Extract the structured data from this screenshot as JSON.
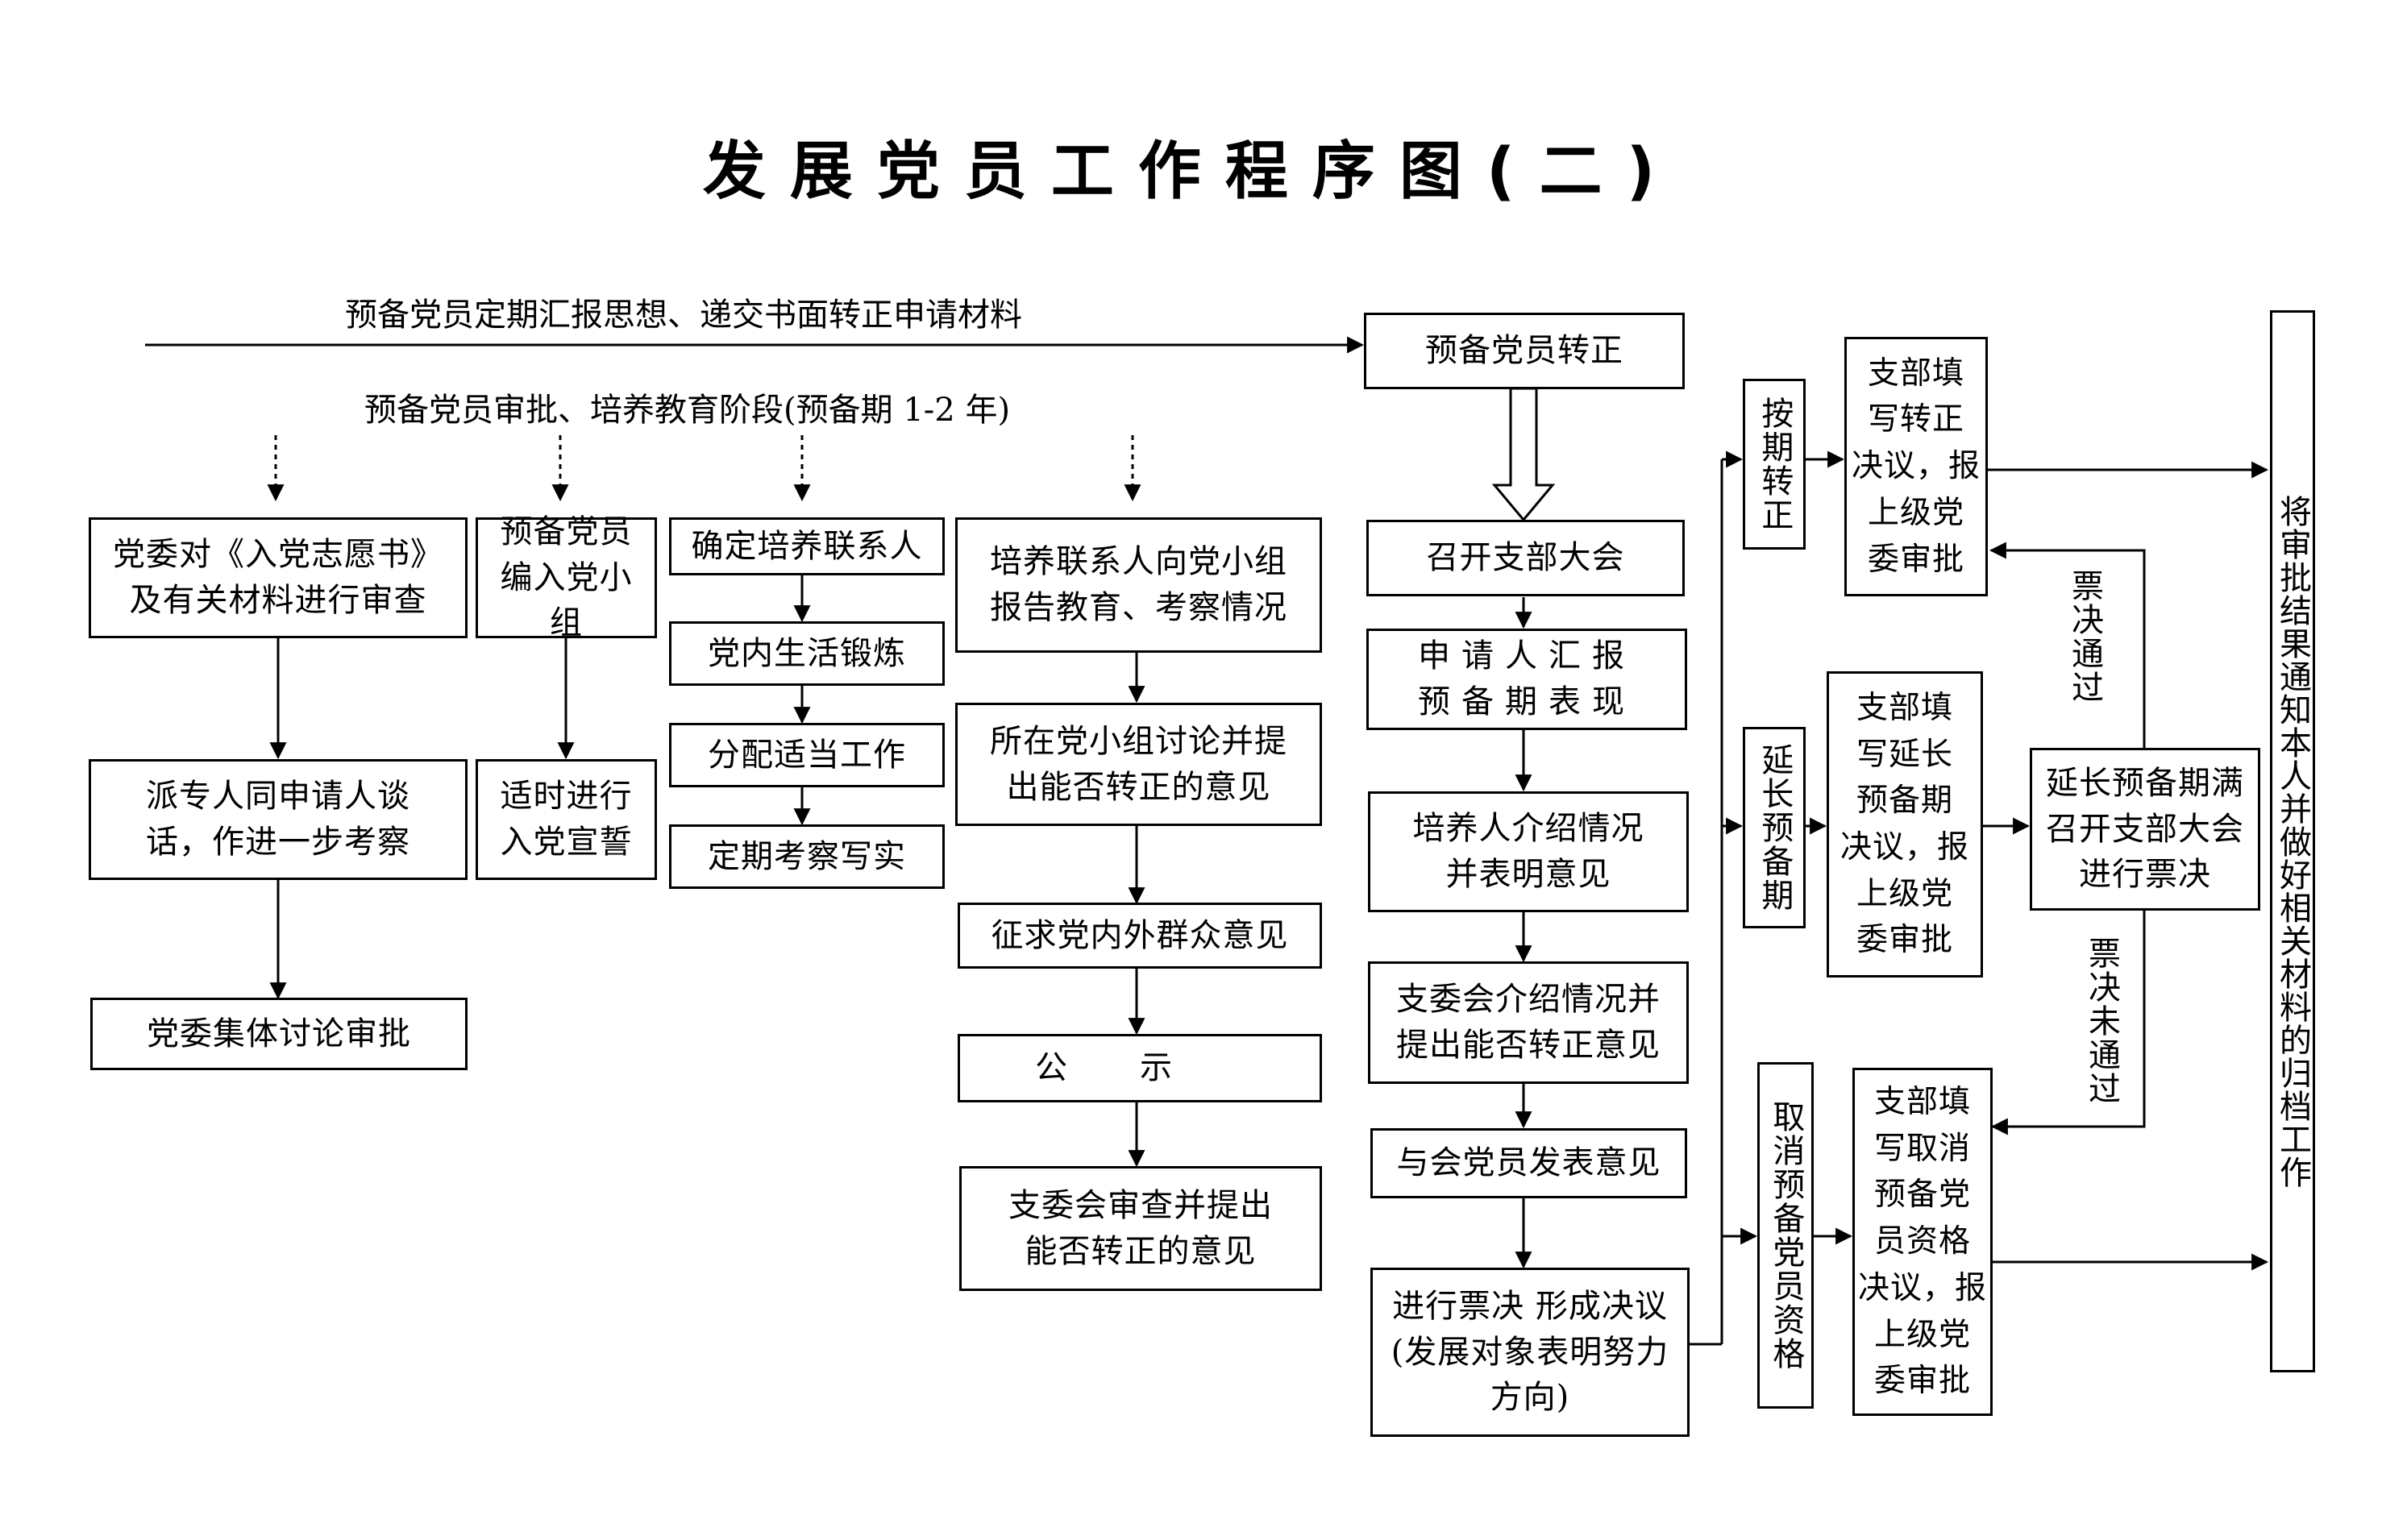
{
  "title": "发展党员工作程序图(二)",
  "top_arrow_label": "预备党员定期汇报思想、递交书面转正申请材料",
  "stage_label": "预备党员审批、培养教育阶段(预备期 1-2 年)",
  "col1": [
    "党委对《入党志愿书》",
    "及有关材料进行审查",
    "派专人同申请人谈",
    "话，作进一步考察",
    "党委集体讨论审批"
  ],
  "col2": [
    "预备党员",
    "编入党小组",
    "适时进行",
    "入党宣誓"
  ],
  "col3": [
    "确定培养联系人",
    "党内生活锻炼",
    "分配适当工作",
    "定期考察写实"
  ],
  "col4": [
    "培养联系人向党小组",
    "报告教育、考察情况",
    "所在党小组讨论并提",
    "出能否转正的意见",
    "征求党内外群众意见",
    "公示",
    "支委会审查并提出",
    "能否转正的意见"
  ],
  "col5": [
    "预备党员转正",
    "召开支部大会",
    "申请人汇报",
    "预备期表现",
    "培养人介绍情况",
    "并表明意见",
    "支委会介绍情况并",
    "提出能否转正意见",
    "与会党员发表意见",
    "进行票决 形成决议",
    "(发展对象表明努力",
    "方向)"
  ],
  "branches": [
    "按期转正",
    "延长预备期",
    "取消预备党员资格"
  ],
  "results": [
    [
      "支部填",
      "写转正",
      "决议，报",
      "上级党",
      "委审批"
    ],
    [
      "支部填",
      "写延长",
      "预备期",
      "决议，报",
      "上级党",
      "委审批"
    ],
    [
      "支部填",
      "写取消",
      "预备党",
      "员资格",
      "决议，报",
      "上级党",
      "委审批"
    ]
  ],
  "extend_vote": [
    "延长预备期满",
    "召开支部大会",
    "进行票决"
  ],
  "vote_pass": "票决通过",
  "vote_fail": "票决未通过",
  "final": "将审批结果通知本人并做好相关材料的归档工作"
}
